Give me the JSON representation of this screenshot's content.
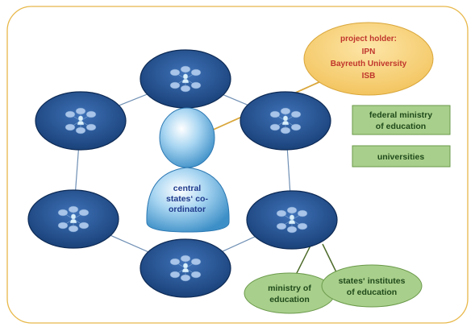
{
  "project_holder": {
    "heading": "project holder:",
    "members": [
      "IPN",
      "Bayreuth University",
      "ISB"
    ]
  },
  "coordinator": {
    "lines": [
      "central",
      "states‘ co-",
      "ordinator"
    ]
  },
  "partners": {
    "federal_ministry": [
      "federal ministry",
      "of education"
    ],
    "universities": "universities"
  },
  "state_nodes": {
    "ministry": [
      "ministry of",
      "education"
    ],
    "institutes": [
      "states‘ institutes",
      "of education"
    ]
  },
  "colors": {
    "frame_border": "#e8b84a",
    "node_fill": "#1f4e8c",
    "node_stroke": "#0d2a55",
    "link_line": "#6f8fb4",
    "holder_fill": "#f6cf74",
    "holder_text": "#c0362c",
    "green_fill": "#a9cf8c",
    "green_stroke": "#6a9a4a",
    "green_text": "#1f4a1a",
    "coordinator_text": "#1f3a8c"
  }
}
